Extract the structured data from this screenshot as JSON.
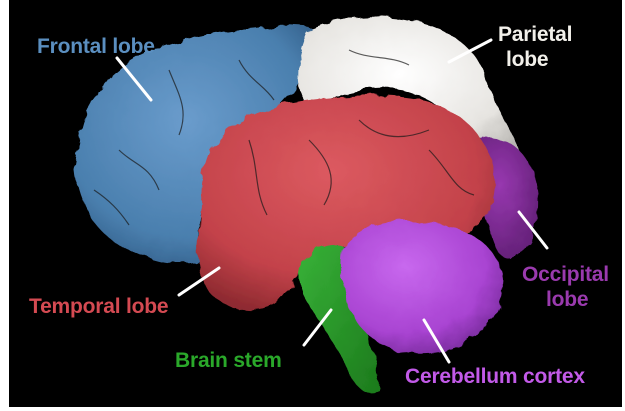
{
  "labels": {
    "frontal": "Frontal lobe",
    "parietal_line1": "Parietal",
    "parietal_line2": "lobe",
    "temporal": "Temporal lobe",
    "occipital_line1": "Occipital",
    "occipital_line2": "lobe",
    "brain_stem": "Brain stem",
    "cerebellum": "Cerebellum cortex"
  },
  "colors": {
    "background": "#000000",
    "frontal": "#4a7fae",
    "parietal": "#e8e6e2",
    "temporal": "#c7444a",
    "occipital": "#7b2a90",
    "brain_stem": "#2a9a2a",
    "cerebellum": "#b048d6",
    "frontal_text": "#5b8fc0",
    "parietal_text": "#f2f0ea",
    "temporal_text": "#d44a52",
    "occipital_text": "#9a3aae",
    "brain_stem_text": "#2aa82a",
    "cerebellum_text": "#c25ae8"
  }
}
